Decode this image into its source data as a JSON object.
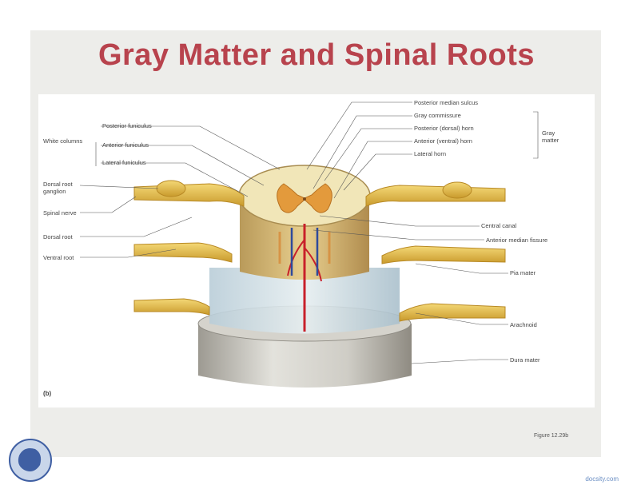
{
  "slide": {
    "title": "Gray Matter and Spinal Roots",
    "figure_tag": "(b)",
    "figure_caption": "Figure 12.29b",
    "watermark": "docsity.com"
  },
  "labels_left": {
    "white_columns": "White columns",
    "posterior_funiculus": "Posterior funiculus",
    "anterior_funiculus": "Anterior funiculus",
    "lateral_funiculus": "Lateral funiculus",
    "dorsal_root_ganglion": "Dorsal root ganglion",
    "spinal_nerve": "Spinal nerve",
    "dorsal_root": "Dorsal root",
    "ventral_root": "Ventral root"
  },
  "labels_right": {
    "posterior_median_sulcus": "Posterior median sulcus",
    "gray_commissure": "Gray commissure",
    "posterior_dorsal_horn": "Posterior (dorsal) horn",
    "anterior_ventral_horn": "Anterior (ventral) horn",
    "lateral_horn": "Lateral horn",
    "gray_matter": "Gray matter",
    "central_canal": "Central canal",
    "anterior_median_fissure": "Anterior median fissure",
    "pia_mater": "Pia mater",
    "arachnoid": "Arachnoid",
    "dura_mater": "Dura mater"
  },
  "colors": {
    "title": "#b8434d",
    "nerve": "#e8c04a",
    "gray_matter": "#e9a24a",
    "white_matter": "#f3e6b8",
    "dura": "#d8d7d2",
    "vessel_red": "#c8202a",
    "vessel_blue": "#2e4a9c"
  }
}
